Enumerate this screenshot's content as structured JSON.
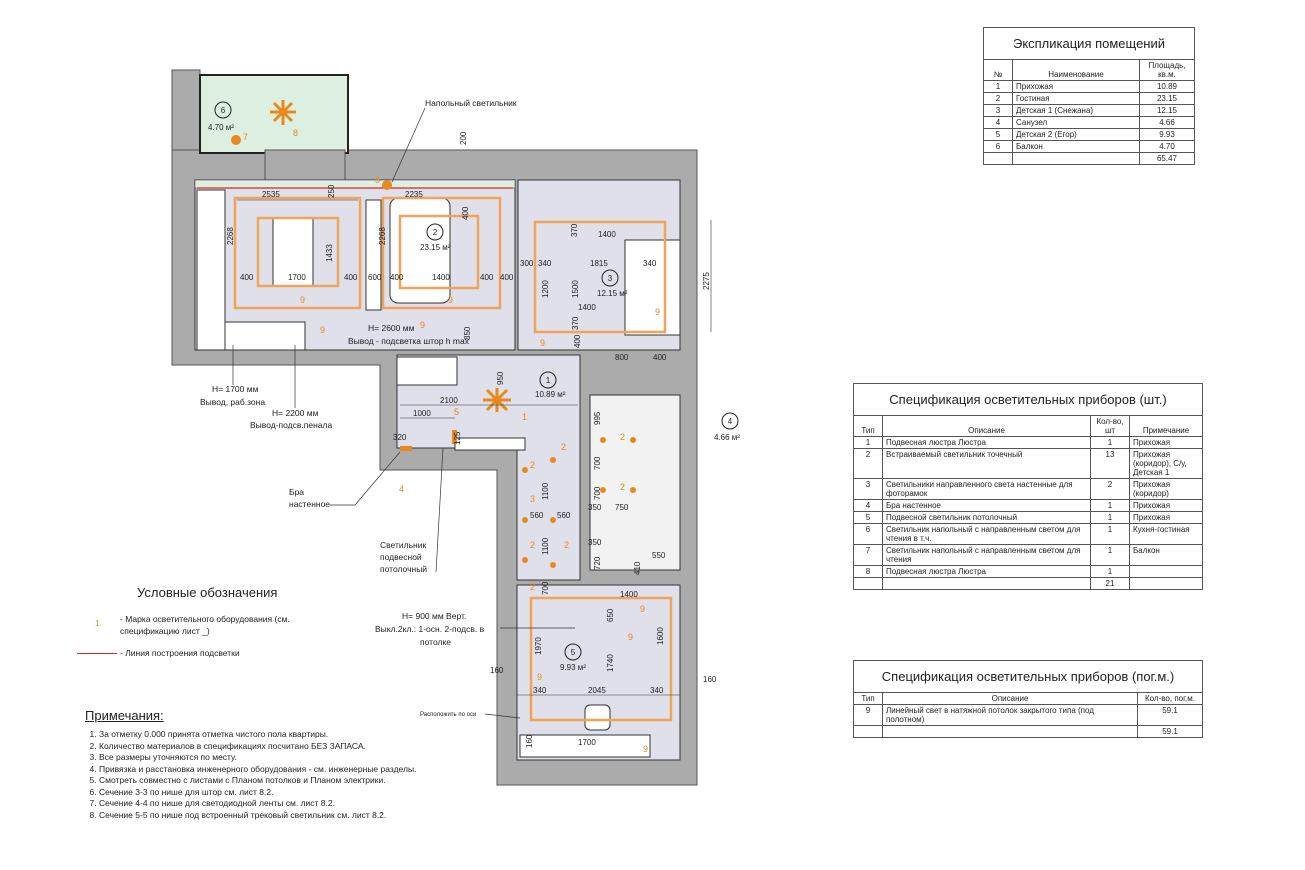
{
  "explication": {
    "title": "Экспликация помещений",
    "headers": {
      "num": "№",
      "name": "Наименование",
      "area": "Площадь, кв.м."
    },
    "rows": [
      {
        "num": "1",
        "name": "Прихожая",
        "area": "10.89"
      },
      {
        "num": "2",
        "name": "Гостиная",
        "area": "23.15"
      },
      {
        "num": "3",
        "name": "Детская 1 (Снежана)",
        "area": "12.15"
      },
      {
        "num": "4",
        "name": "Санузел",
        "area": "4.66"
      },
      {
        "num": "5",
        "name": "Детская 2 (Егор)",
        "area": "9.93"
      },
      {
        "num": "6",
        "name": "Балкон",
        "area": "4.70"
      }
    ],
    "total": "65.47"
  },
  "spec_pcs": {
    "title": "Спецификация осветительных приборов (шт.)",
    "headers": {
      "type": "Тип",
      "desc": "Описание",
      "qty": "Кол-во, шт",
      "note": "Примечание"
    },
    "rows": [
      {
        "type": "1",
        "desc": "Подвесная люстра Люстра",
        "qty": "1",
        "note": "Прихожая"
      },
      {
        "type": "2",
        "desc": "Встраиваемый светильник точечный",
        "qty": "13",
        "note": "Прихожая (коридор), С/у, Детская 1"
      },
      {
        "type": "3",
        "desc": "Светильники направленного света настенные для фоторамок",
        "qty": "2",
        "note": "Прихожая (коридор)"
      },
      {
        "type": "4",
        "desc": "Бра настенное",
        "qty": "1",
        "note": "Прихожая"
      },
      {
        "type": "5",
        "desc": "Подвесной светильник потолочный",
        "qty": "1",
        "note": "Прихожая"
      },
      {
        "type": "6",
        "desc": "Светильник напольный с направленным светом для чтения в т.ч.",
        "qty": "1",
        "note": "Кухня-гостиная"
      },
      {
        "type": "7",
        "desc": "Светильник напольный с направленным светом для чтения",
        "qty": "1",
        "note": "Балкон"
      },
      {
        "type": "8",
        "desc": "Подвесная люстра Люстра",
        "qty": "1",
        "note": ""
      }
    ],
    "total": "21"
  },
  "spec_m": {
    "title": "Спецификация осветительных приборов (пог.м.)",
    "headers": {
      "type": "Тип",
      "desc": "Описание",
      "qty": "Кол-во, пог.м."
    },
    "rows": [
      {
        "type": "9",
        "desc": "Линейный свет в натяжной потолок закрытого типа (под полотном)",
        "qty": "59.1"
      }
    ],
    "total": "59.1"
  },
  "legend": {
    "title": "Условные обозначения",
    "mark_symbol": "1",
    "mark_text": "- Марка осветительного оборудования (см. спецификацию лист _)",
    "line_text": "- Линия построения подсветки"
  },
  "notes": {
    "title": "Примечания:",
    "items": [
      "За отметку 0.000 принята отметка чистого пола квартиры.",
      "Количество материалов в спецификациях посчитано БЕЗ ЗАПАСА.",
      "Все размеры уточняются по месту.",
      "Привязка и расстановка инженерного оборудования - см. инженерные разделы.",
      "Смотреть совместно с листами с Планом потолков и Планом электрики.",
      "Сечение 3-3 по нише для штор см. лист 8.2.",
      "Сечение 4-4 по нише для светодиодной ленты см. лист 8.2.",
      "Сечение 5-5 по нише под встроенный трековый светильник см. лист 8.2."
    ]
  },
  "plan": {
    "rooms": [
      {
        "num": "1",
        "area": "10.89 м²"
      },
      {
        "num": "2",
        "area": "23.15 м²"
      },
      {
        "num": "3",
        "area": "12.15 м²"
      },
      {
        "num": "4",
        "area": "4.66 м²"
      },
      {
        "num": "5",
        "area": "9.93 м²"
      },
      {
        "num": "6",
        "area": "4.70 м²"
      }
    ],
    "annotations": {
      "floor_lamp": "Напольный светильник",
      "h2600": "H= 2600 мм",
      "curtain": "Вывод - подсветка штор h max",
      "h1700": "H= 1700 мм",
      "work": "Вывод, раб.зона",
      "h2200": "H= 2200 мм",
      "pencil": "Вывод-подсв.пенала",
      "bra1": "Бра",
      "bra2": "настенное",
      "pend1": "Светильник",
      "pend2": "подвесной",
      "pend3": "потолочный",
      "h900": "H= 900 мм Верт.",
      "switch": "Выкл.2кл.: 1-осн. 2-подсв. в",
      "ceiling": "потолке",
      "axis": "Расположить по оси"
    },
    "dims": [
      "2535",
      "2235",
      "200",
      "250",
      "2268",
      "1433",
      "400",
      "1700",
      "400",
      "600",
      "400",
      "1400",
      "400",
      "400",
      "400",
      "2268",
      "850",
      "1400",
      "1815",
      "370",
      "300",
      "340",
      "1200",
      "1500",
      "1400",
      "340",
      "2275",
      "370",
      "400",
      "800",
      "400",
      "950",
      "2100",
      "1000",
      "320",
      "125",
      "995",
      "700",
      "1100",
      "560",
      "560",
      "1100",
      "700",
      "700",
      "350",
      "750",
      "350",
      "550",
      "410",
      "720",
      "1400",
      "650",
      "1970",
      "1740",
      "1600",
      "160",
      "340",
      "2045",
      "340",
      "160",
      "1700",
      "160"
    ],
    "marks": [
      "9",
      "9",
      "9",
      "9",
      "9",
      "9",
      "6",
      "7",
      "8",
      "1",
      "2",
      "2",
      "2",
      "2",
      "3",
      "4",
      "5",
      "2",
      "2",
      "2",
      "9",
      "9",
      "9",
      "9"
    ]
  }
}
